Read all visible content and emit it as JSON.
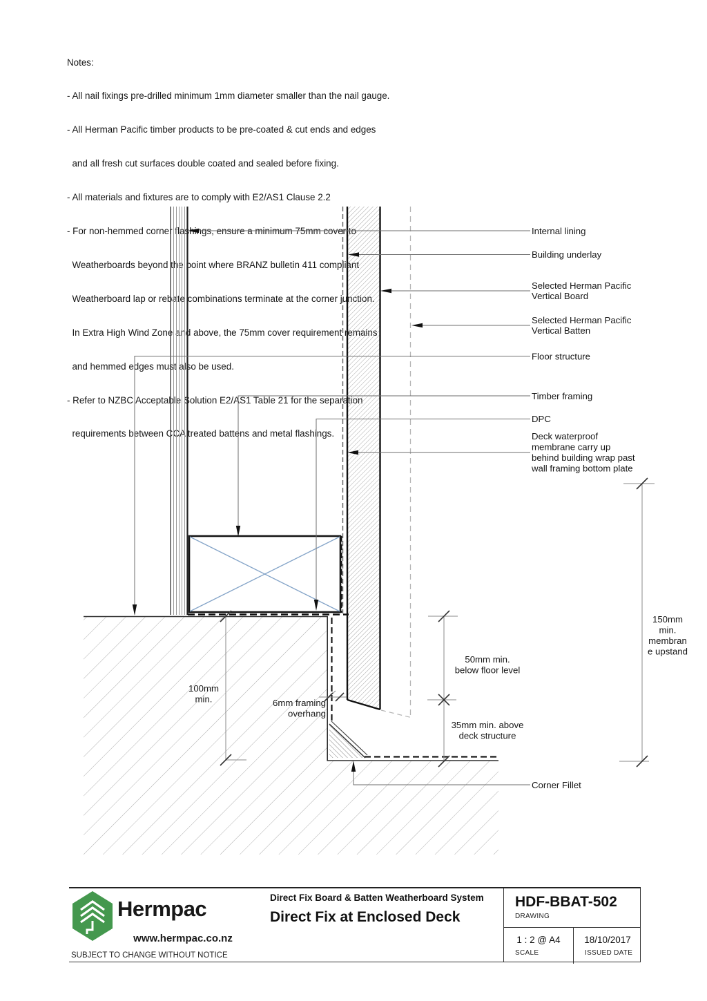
{
  "notes": {
    "lines": [
      "Notes:",
      "- All nail fixings pre-drilled minimum 1mm diameter smaller than the nail gauge.",
      "- All Herman Pacific timber products to be pre-coated & cut ends and edges",
      "  and all fresh cut surfaces double coated and sealed before fixing.",
      "- All materials and fixtures are to comply with E2/AS1 Clause 2.2",
      "- For non-hemmed corner flashings, ensure a minimum 75mm cover to",
      "  Weatherboards beyond the point where BRANZ bulletin 411 compliant",
      "  Weatherboard lap or rebate combinations terminate at the corner junction.",
      "  In Extra High Wind Zone and above, the 75mm cover requirement remains",
      "  and hemmed edges must also be used.",
      "- Refer to NZBC Acceptable Solution E2/AS1 Table 21 for the separation",
      "  requirements between CCA treated battens and metal flashings."
    ]
  },
  "drawing": {
    "labels": {
      "internal_lining": "Internal lining",
      "building_underlay": "Building underlay",
      "vertical_board": [
        "Selected Herman Pacific",
        "Vertical Board"
      ],
      "vertical_batten": [
        "Selected Herman Pacific",
        "Vertical Batten"
      ],
      "floor_structure": "Floor structure",
      "timber_framing": "Timber framing",
      "dpc": "DPC",
      "deck_membrane": [
        "Deck waterproof",
        "membrane carry up",
        "behind building wrap past",
        "wall framing bottom plate"
      ],
      "corner_fillet": "Corner Fillet"
    },
    "dims": {
      "membrane_upstand": [
        "150mm",
        "min.",
        "membran",
        "e upstand"
      ],
      "below_floor": [
        "50mm min.",
        "below floor level"
      ],
      "above_deck": [
        "35mm min. above",
        "deck structure"
      ],
      "floor_depth": [
        "100mm",
        "min."
      ],
      "framing_overhang": [
        "6mm framing",
        "overhang"
      ]
    },
    "colors": {
      "line_dark": "#222222",
      "hatch_gray": "#adadad",
      "framing_cross_blue": "#84a4c8",
      "logo_green": "#44984e"
    }
  },
  "title_block": {
    "brand": "Hermpac",
    "website": "www.hermpac.co.nz",
    "disclaimer": "SUBJECT TO CHANGE WITHOUT NOTICE",
    "system": "Direct Fix Board & Batten Weatherboard System",
    "title": "Direct Fix at Enclosed Deck",
    "drawing_number": "HDF-BBAT-502",
    "drawing_number_label": "DRAWING",
    "scale": "1 : 2 @ A4",
    "scale_label": "SCALE",
    "issued_date": "18/10/2017",
    "issued_date_label": "ISSUED DATE"
  }
}
